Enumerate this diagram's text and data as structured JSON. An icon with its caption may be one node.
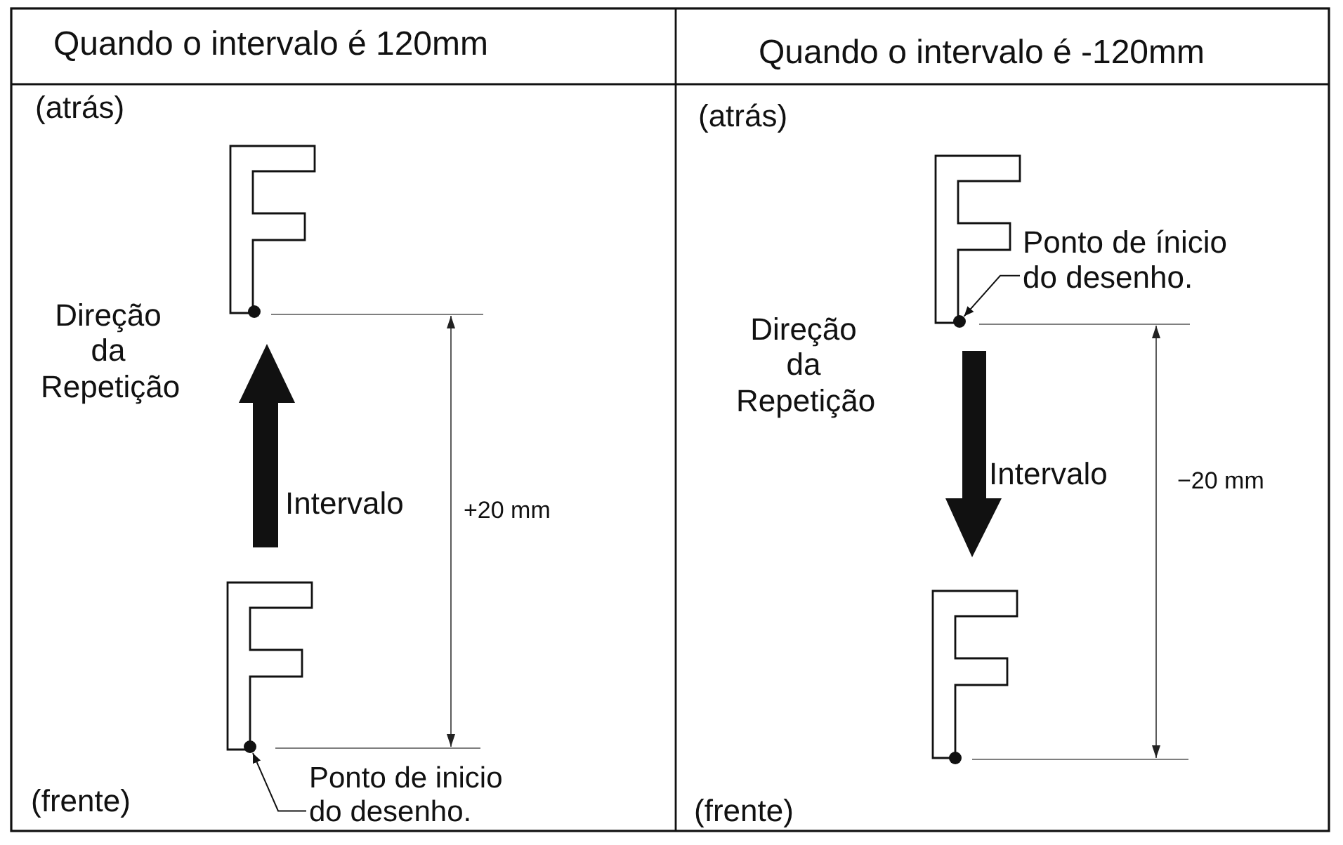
{
  "diagram": {
    "nodes": [
      {
        "text": [
          "Ponto de inicio do desenho."
        ]
      },
      {
        "text": [],
        "shape": "circle"
      },
      {
        "text": [
          "Ponto de ínicio do desenho."
        ]
      },
      {
        "text": [],
        "shape": "circle"
      }
    ],
    "edges": [
      {
        "from": 0,
        "to": 1,
        "arrow": "to"
      },
      {
        "from": 2,
        "to": 3,
        "arrow": "to"
      }
    ],
    "labels": [
      "Quando o intervalo é 120mm",
      "Quando o intervalo é -120mm",
      "(atrás)",
      "Direção da Repetição",
      "Intervalo",
      "+20 mm",
      "(frente)",
      "(atrás)",
      "Direção da Repetição",
      "Intervalo",
      "−20 mm",
      "(frente)"
    ]
  }
}
